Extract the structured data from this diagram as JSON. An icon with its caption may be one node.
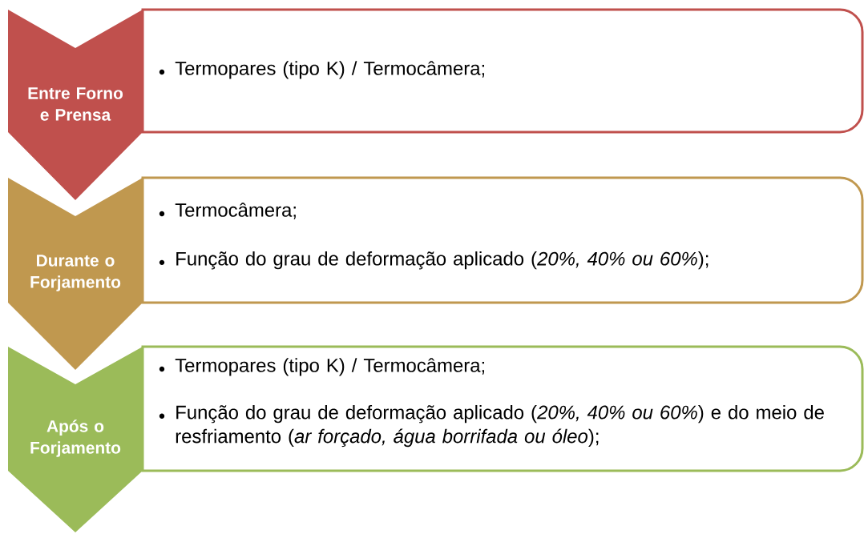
{
  "diagram": {
    "nodes": [
      {
        "text": [
          "Entre Forno e Prensa"
        ]
      },
      {
        "text": [
          "Termopares (tipo K) / Termocâmera;"
        ]
      },
      {
        "text": [
          "Durante o Forjamento"
        ]
      },
      {
        "text": [
          "Termocâmera;",
          "Função do grau de deformação aplicado (*20%, 40% ou 60%*);"
        ]
      },
      {
        "text": [
          "Após o Forjamento"
        ]
      },
      {
        "text": [
          "Termopares (tipo K) / Termocâmera;",
          "Função do grau de deformação aplicado (*20%, 40% ou 60%*) e do meio de resfriamento (*ar forçado, água borrifada ou óleo*);"
        ]
      }
    ]
  }
}
